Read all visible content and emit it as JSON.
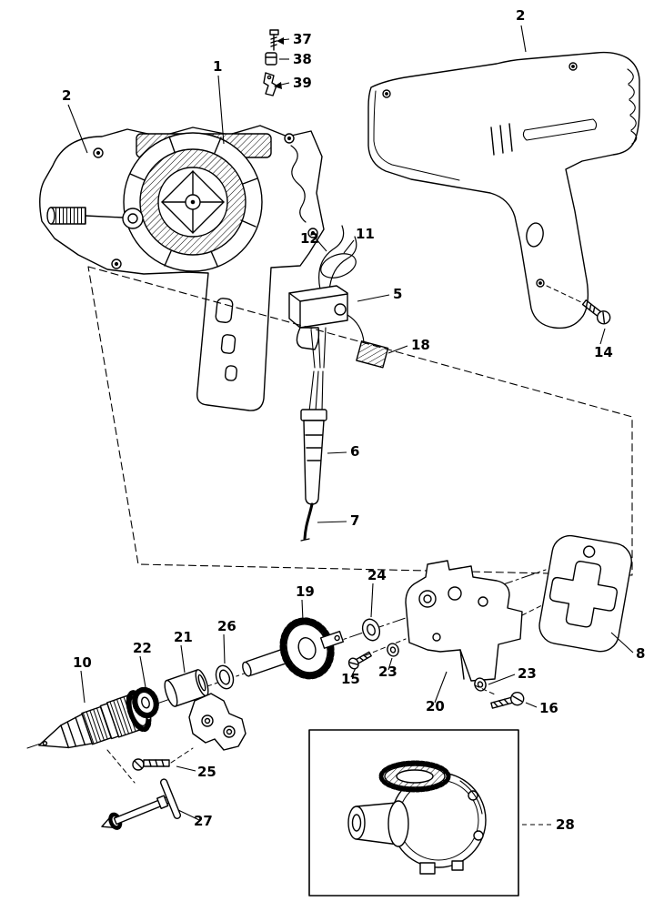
{
  "figure": {
    "type": "exploded-parts-diagram",
    "background_color": "#ffffff",
    "line_color": "#000000"
  },
  "callouts": [
    {
      "label": "37"
    },
    {
      "label": "38"
    },
    {
      "label": "39"
    },
    {
      "label": "1"
    },
    {
      "label": "2"
    },
    {
      "label": "2"
    },
    {
      "label": "12"
    },
    {
      "label": "11"
    },
    {
      "label": "5"
    },
    {
      "label": "18"
    },
    {
      "label": "14"
    },
    {
      "label": "6"
    },
    {
      "label": "7"
    },
    {
      "label": "8"
    },
    {
      "label": "24"
    },
    {
      "label": "19"
    },
    {
      "label": "26"
    },
    {
      "label": "21"
    },
    {
      "label": "22"
    },
    {
      "label": "10"
    },
    {
      "label": "15"
    },
    {
      "label": "23"
    },
    {
      "label": "23"
    },
    {
      "label": "20"
    },
    {
      "label": "16"
    },
    {
      "label": "25"
    },
    {
      "label": "27"
    },
    {
      "label": "28"
    }
  ]
}
